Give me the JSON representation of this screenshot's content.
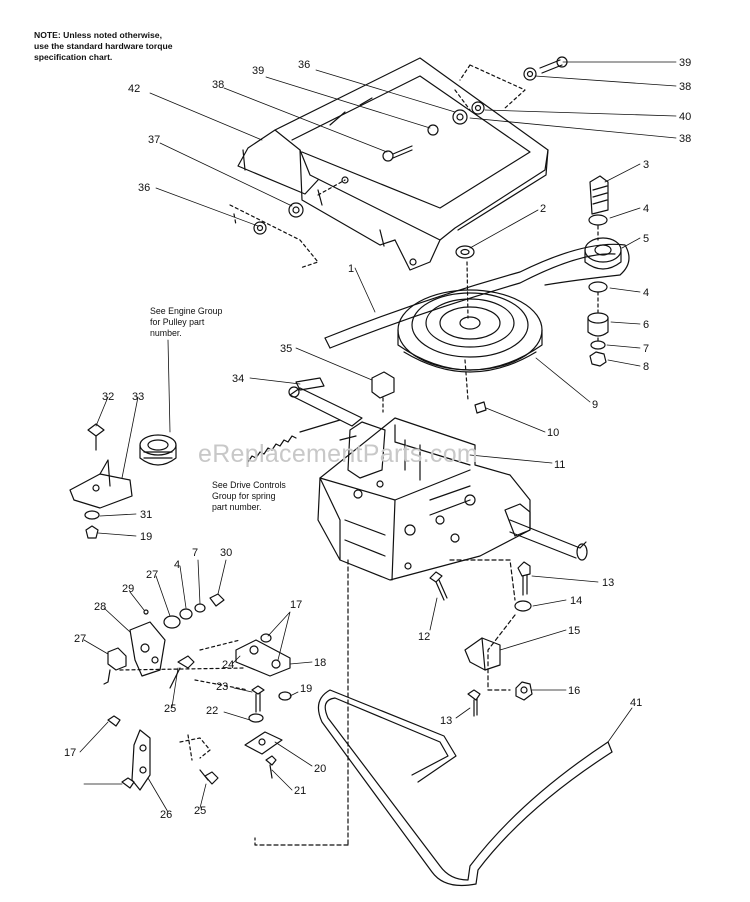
{
  "note": {
    "lines": [
      "NOTE: Unless noted otherwise,",
      "use the standard hardware torque",
      "specification chart."
    ]
  },
  "references": {
    "engine": [
      "See Engine Group",
      "for Pulley part",
      "number."
    ],
    "drive": [
      "See Drive Controls",
      "Group for spring",
      "part number."
    ]
  },
  "watermark": "eReplacementParts.com",
  "callouts": [
    "39",
    "38",
    "40",
    "38",
    "36",
    "39",
    "38",
    "42",
    "37",
    "36",
    "3",
    "2",
    "4",
    "5",
    "1",
    "4",
    "6",
    "7",
    "8",
    "35",
    "34",
    "9",
    "10",
    "11",
    "32",
    "33",
    "31",
    "19",
    "13",
    "14",
    "12",
    "15",
    "30",
    "7",
    "4",
    "29",
    "27",
    "28",
    "27",
    "17",
    "24",
    "18",
    "25",
    "23",
    "19",
    "22",
    "20",
    "21",
    "16",
    "13",
    "41",
    "17",
    "26",
    "25"
  ]
}
